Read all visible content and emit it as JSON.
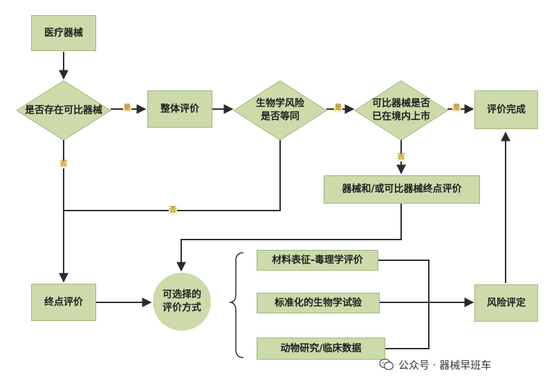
{
  "nodes": {
    "medical_device": "医疗器械",
    "has_comparable": "是否存在可比器械",
    "overall_eval": "整体评价",
    "bio_risk": "生物学风险\n是否等同",
    "comparable_marketed": "可比器械是否\n已在境内上市",
    "eval_done": "评价完成",
    "endpoint_device_eval": "器械和/或可比器械终点评价",
    "endpoint_eval": "终点评价",
    "optional_methods": "可选择的\n评价方式",
    "material_tox": "材料表征-毒理学评价",
    "standard_bio": "标准化的生物学试验",
    "animal_clinical": "动物研究/临床数据",
    "risk_assessment": "风险评定"
  },
  "edge_labels": {
    "yes": "是",
    "no": "否"
  },
  "footer": {
    "text": "公众号 · 器械早班车"
  },
  "colors": {
    "node_fill": "#cddaaa",
    "line": "#2b2b2b",
    "tag": "#b9871c"
  }
}
